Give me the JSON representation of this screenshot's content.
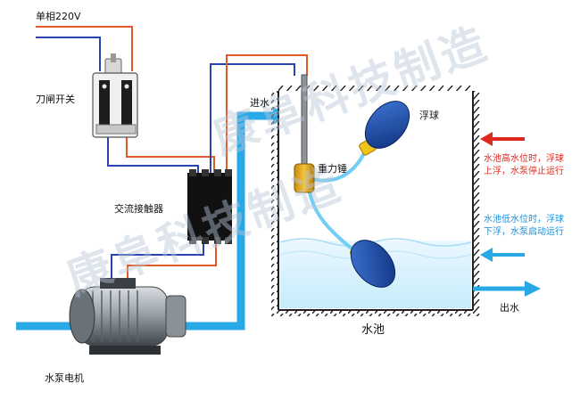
{
  "labels": {
    "power": "单相220V",
    "knife_switch": "刀闸开关",
    "contactor": "交流接触器",
    "pump": "水泵电机",
    "inlet": "进水",
    "counterweight": "重力锤",
    "float": "浮球",
    "tank": "水池",
    "outlet": "出水",
    "high_note_1": "水池高水位时，浮球",
    "high_note_2": "上浮，水泵停止运行",
    "low_note_1": "水池低水位时，浮球",
    "low_note_2": "下浮，水泵启动运行"
  },
  "watermark": {
    "text_top": "康阜科技制造",
    "text_bottom": "康阜科技制造"
  },
  "colors": {
    "wire_red": "#e05a2b",
    "wire_blue": "#2844b0",
    "water_pipe": "#29a8e6",
    "float_body": "#1a4fb0",
    "float_cap": "#f2c31a",
    "arrow_red": "#e0281e",
    "arrow_blue": "#29a8e6"
  }
}
